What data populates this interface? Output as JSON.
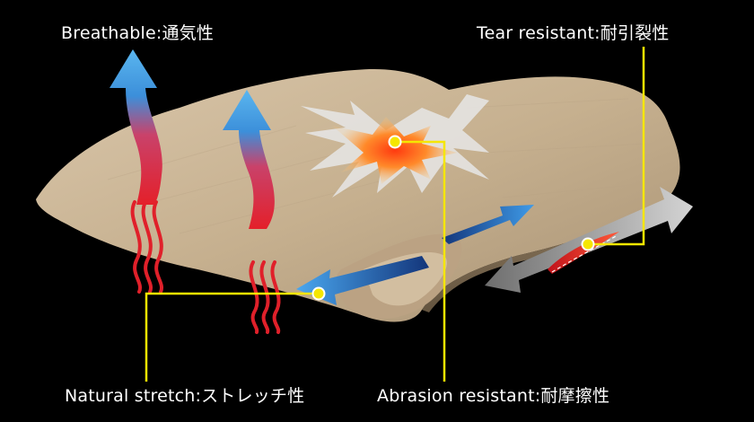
{
  "labels": {
    "breathable": "Breathable:通気性",
    "tear_resistant": "Tear resistant:耐引裂性",
    "natural_stretch": "Natural stretch:ストレッチ性",
    "abrasion_resistant": "Abrasion resistant:耐摩擦性"
  },
  "colors": {
    "background": "#000000",
    "fabric": "#cbb597",
    "callout_line": "#f5e600",
    "arrow_blue": "#2a7fd6",
    "arrow_red": "#e0202a"
  }
}
